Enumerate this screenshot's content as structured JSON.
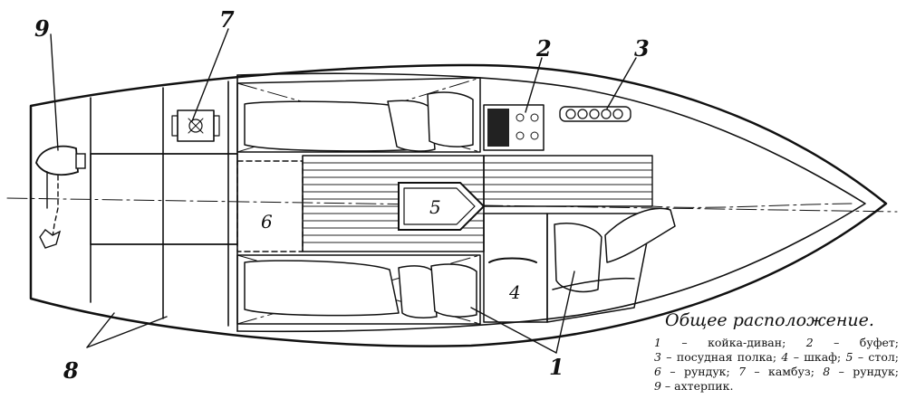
{
  "diagram": {
    "callouts": {
      "c1": "1",
      "c2": "2",
      "c3": "3",
      "c4": "4",
      "c5": "5",
      "c6": "6",
      "c7": "7",
      "c8": "8",
      "c9": "9"
    },
    "caption_title": "Общее расположение.",
    "legend": [
      {
        "num": "1",
        "text": "койка-диван;"
      },
      {
        "num": "2",
        "text": "буфет;"
      },
      {
        "num": "3",
        "text": "посудная полка;"
      },
      {
        "num": "4",
        "text": "шкаф;"
      },
      {
        "num": "5",
        "text": "стол;"
      },
      {
        "num": "6",
        "text": "рундук;"
      },
      {
        "num": "7",
        "text": "камбуз;"
      },
      {
        "num": "8",
        "text": "рундук;"
      },
      {
        "num": "9",
        "text": "ахтерпик."
      }
    ]
  }
}
